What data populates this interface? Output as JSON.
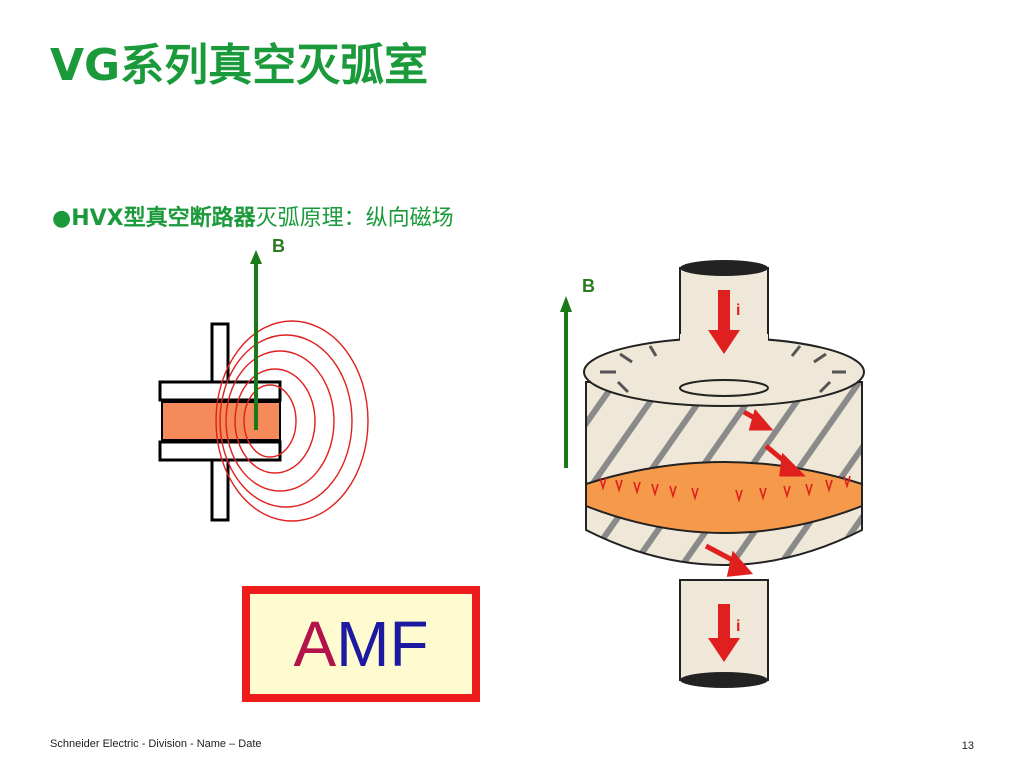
{
  "slide": {
    "title": "VG系列真空灭弧室",
    "bullet_symbol": "●",
    "bullet_bold": "HVX型真空断路器",
    "bullet_rest": "灭弧原理：纵向磁场"
  },
  "diagram": {
    "field_label_left": "B",
    "field_label_right": "B",
    "current_label_top": "i",
    "current_label_bottom": "i"
  },
  "amf": {
    "letter_a": "A",
    "letters_mf": "MF"
  },
  "footer": {
    "text": "Schneider Electric - Division - Name – Date",
    "page_number": "13"
  },
  "colors": {
    "title_green": "#1a9a3a",
    "field_arrow_green": "#2a7a1e",
    "field_lines_red": "#e0201e",
    "amf_border": "#ee1b1b",
    "amf_bg": "#fffbd0"
  }
}
